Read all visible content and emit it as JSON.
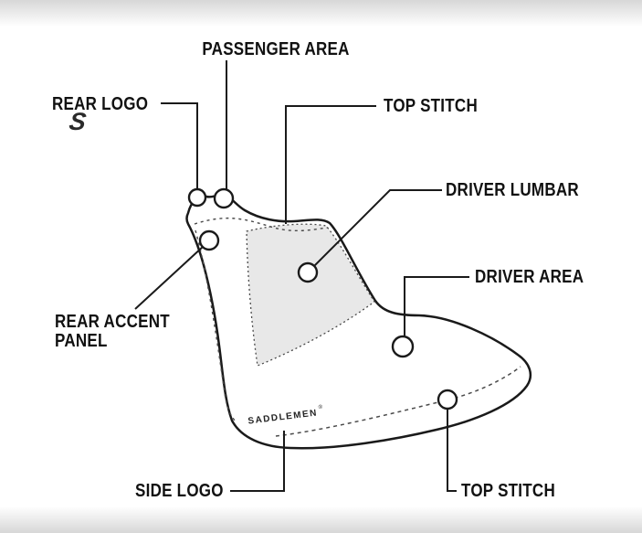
{
  "colors": {
    "outline": "#1a1a1a",
    "panel_fill": "#e8e8e8",
    "stitch": "#4a4a4a",
    "label_text": "#111111",
    "edge_shade": "#d7d7d7",
    "seat_fill": "#ffffff"
  },
  "seat": {
    "brand_text": "SADDLEMEN",
    "brand_reg_mark": "®",
    "rear_logo_glyph": "S"
  },
  "callouts": {
    "passenger_area": {
      "label": "PASSENGER AREA"
    },
    "rear_logo": {
      "label": "REAR LOGO"
    },
    "top_stitch_top": {
      "label": "TOP STITCH"
    },
    "driver_lumbar": {
      "label": "DRIVER LUMBAR"
    },
    "driver_area": {
      "label": "DRIVER AREA"
    },
    "rear_accent_panel": {
      "label_line1": "REAR ACCENT",
      "label_line2": "PANEL"
    },
    "side_logo": {
      "label": "SIDE LOGO"
    },
    "top_stitch_bottom": {
      "label": "TOP STITCH"
    }
  }
}
